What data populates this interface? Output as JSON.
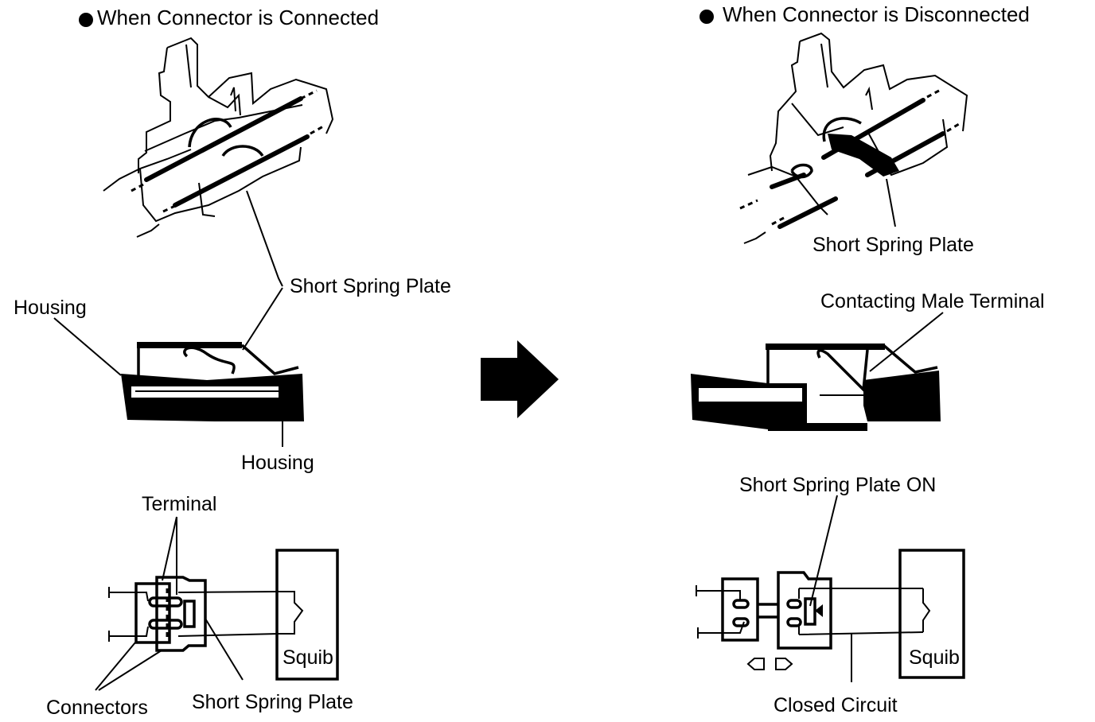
{
  "left_panel": {
    "title": "When Connector is Connected",
    "perspective_labels": {
      "short_spring_plate": "Short Spring Plate"
    },
    "section_labels": {
      "housing_top": "Housing",
      "housing_bottom": "Housing"
    },
    "schematic_labels": {
      "terminal": "Terminal",
      "connectors": "Connectors",
      "short_spring_plate": "Short Spring Plate",
      "squib": "Squib"
    }
  },
  "transition_arrow": {
    "icon": "right-arrow-icon",
    "direction": "right"
  },
  "right_panel": {
    "title": "When Connector is Disconnected",
    "perspective_labels": {
      "short_spring_plate": "Short Spring Plate"
    },
    "section_labels": {
      "contacting_male_terminal": "Contacting Male Terminal"
    },
    "schematic_labels": {
      "short_spring_plate_on": "Short Spring Plate ON",
      "closed_circuit": "Closed Circuit",
      "squib": "Squib"
    }
  },
  "colors": {
    "ink": "#000000",
    "paper": "#ffffff"
  }
}
